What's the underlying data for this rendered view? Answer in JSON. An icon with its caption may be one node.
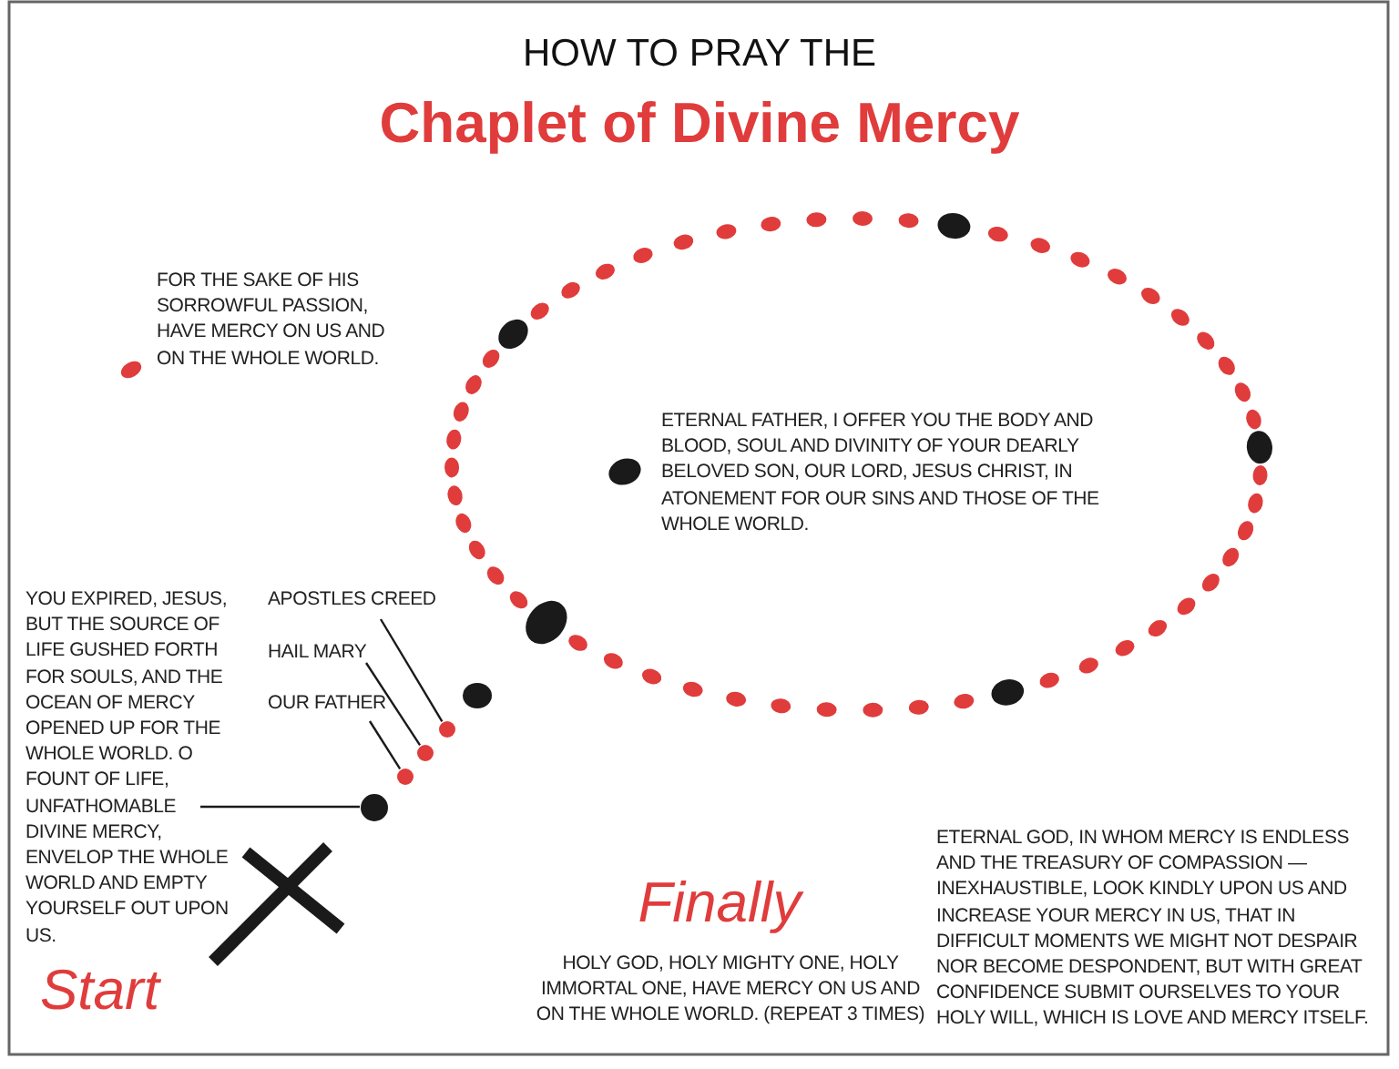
{
  "diagram": {
    "title": "Chaplet of Divine Mercy",
    "nodes": [
      {
        "text": [
          "APOSTLES CREED"
        ]
      },
      {
        "text": [
          "HAIL MARY"
        ]
      },
      {
        "text": [
          "OUR FATHER"
        ]
      },
      {
        "text": [
          "YOU EXPIRED, JESUS, BUT THE SOURCE OF LIFE GUSHED FORTH FOR SOULS, AND THE OCEAN OF MERCY OPENED UP FOR THE WHOLE WORLD. O FOUNT OF LIFE, UNFATHOMABLE DIVINE MERCY, ENVELOP THE WHOLE WORLD AND EMPTY YOURSELF OUT UPON US."
        ]
      },
      {
        "text": [],
        "shape": "circle"
      },
      {
        "text": [],
        "shape": "circle"
      },
      {
        "text": [],
        "shape": "circle"
      },
      {
        "text": [],
        "shape": "circle"
      }
    ],
    "edges": [
      {
        "from": 0,
        "to": 4,
        "arrow": "none"
      },
      {
        "from": 1,
        "to": 5,
        "arrow": "none"
      },
      {
        "from": 2,
        "to": 6,
        "arrow": "none"
      },
      {
        "from": 3,
        "to": 7,
        "arrow": "none"
      }
    ],
    "labels": [
      "HOW TO PRAY THE",
      "Finally",
      "HOLY GOD, HOLY MIGHTY ONE, HOLY IMMORTAL ONE, HAVE MERCY ON US AND ON THE WHOLE WORLD. (REPEAT 3 TIMES)",
      "ETERNAL GOD, IN WHOM MERCY IS ENDLESS AND THE TREASURY OF COMPASSION — INEXHAUSTIBLE, LOOK KINDLY UPON US AND INCREASE YOUR MERCY IN US, THAT IN DIFFICULT MOMENTS WE MIGHT NOT DESPAIR NOR BECOME DESPONDENT, BUT WITH GREAT CONFIDENCE SUBMIT OURSELVES TO YOUR HOLY WILL, WHICH IS LOVE AND MERCY ITSELF.",
      "Start"
    ],
    "legend": [
      {
        "text": "FOR THE SAKE OF HIS SORROWFUL PASSION, HAVE MERCY ON US AND ON THE WHOLE WORLD.",
        "color": "#e03c3c"
      },
      {
        "text": "ETERNAL FATHER, I OFFER YOU THE BODY AND BLOOD, SOUL AND DIVINITY OF YOUR DEARLY BELOVED SON, OUR LORD, JESUS CHRIST, IN ATONEMENT FOR OUR SINS AND THOSE OF THE WHOLE WORLD.",
        "color": "#1a1a1a"
      }
    ]
  }
}
